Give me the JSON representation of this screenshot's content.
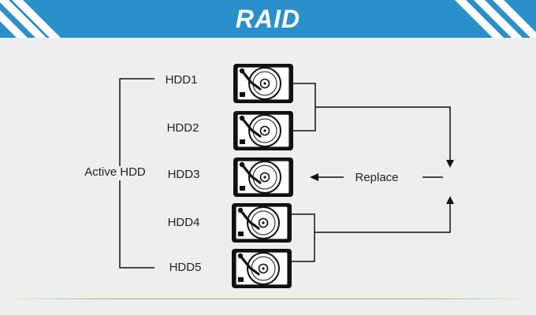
{
  "header": {
    "title": "RAID"
  },
  "group_label": "Active HDD",
  "drives": [
    {
      "label": "HDD1"
    },
    {
      "label": "HDD2"
    },
    {
      "label": "HDD3"
    },
    {
      "label": "HDD4"
    },
    {
      "label": "HDD5"
    }
  ],
  "replace_label": "Replace",
  "colors": {
    "header_bg": "#2b8fcb",
    "background": "#eeeeee",
    "line": "#111111",
    "footer_line": "#8cc063"
  },
  "icons": {
    "drive": "hard-disk-drive-icon",
    "arrow": "arrow-icon"
  }
}
